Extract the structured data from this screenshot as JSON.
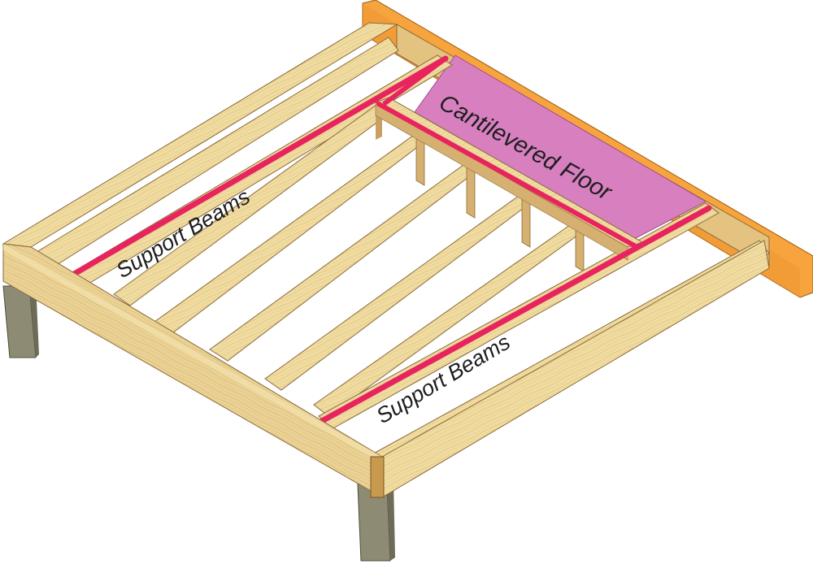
{
  "labels": {
    "support_beams_upper": "Support Beams",
    "support_beams_lower": "Support Beams",
    "cantilevered_floor": "Cantilevered Floor"
  },
  "colors": {
    "wood_top": "#f0dca0",
    "wood_side": "#e2c27e",
    "wood_dark": "#c9a062",
    "beam_red": "#e8245e",
    "cantilever_fill": "#d77fbf",
    "house_wall": "#f5a03c",
    "post": "#8e8b74"
  }
}
